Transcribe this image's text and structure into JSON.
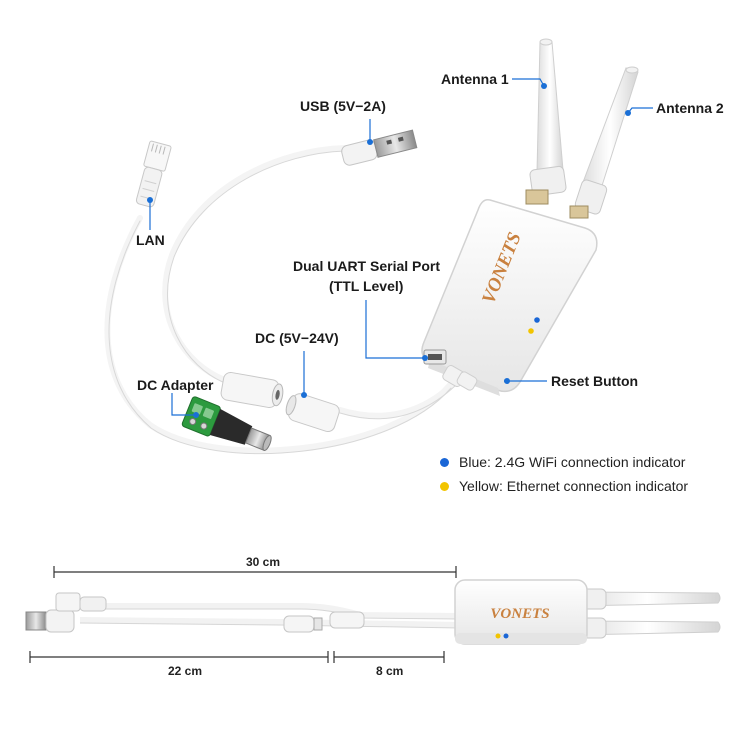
{
  "callouts": {
    "antenna_1": "Antenna 1",
    "antenna_2": "Antenna 2",
    "usb": "USB (5V−2A)",
    "lan": "LAN",
    "uart_line1": "Dual UART Serial Port",
    "uart_line2": "(TTL Level)",
    "dc_input": "DC (5V−24V)",
    "dc_adapter": "DC Adapter",
    "reset_button": "Reset Button"
  },
  "legend": [
    {
      "label": "Blue: 2.4G WiFi connection indicator",
      "color": "#1a66d6"
    },
    {
      "label": "Yellow: Ethernet connection indicator",
      "color": "#f2c400"
    }
  ],
  "dimensions": {
    "total": "30 cm",
    "left": "22 cm",
    "right": "8 cm"
  },
  "brand": {
    "logo": "VONETS",
    "color": "#c9813f"
  },
  "colors": {
    "pointer": "#1a6fd6",
    "dimension_line": "#333333"
  }
}
